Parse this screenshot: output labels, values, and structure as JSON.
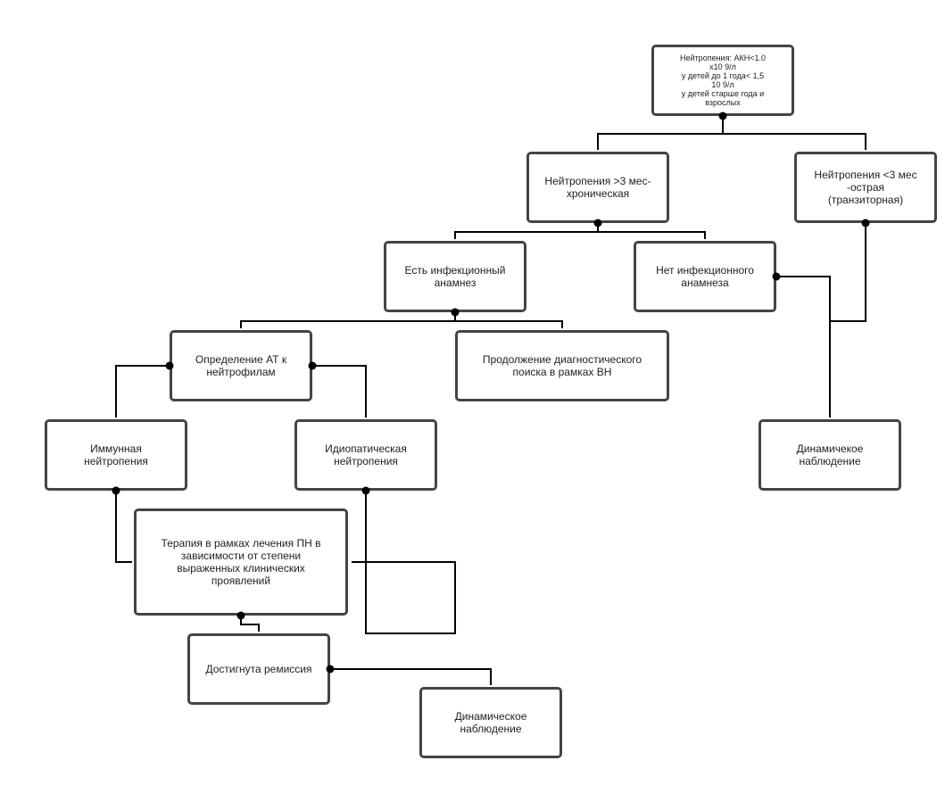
{
  "nodes": {
    "root": "Нейтропения: АКН<1.0\nх10 9/л\nу детей до 1 года< 1,5\n10 9/л\nу детей старше года и\nвзрослых",
    "chronic": "Нейтропения >3 мес-\nхроническая",
    "acute": "Нейтропения <3 мес\n-острая\n(транзиторная)",
    "infection": "Есть инфекционный\nанамнез",
    "no_infection": "Нет инфекционного\nанамнеза",
    "antibodies": "Определение АТ к\nнейтрофилам",
    "continue_search": "Продолжение диагностического\nпоиска в рамках ВН",
    "immune": "Иммунная\nнейтропения",
    "idiopathic": "Идиопатическая\nнейтропения",
    "observation_right": "Динамичекое\nнаблюдение",
    "therapy": "Терапия в рамках лечения ПН в\nзависимости от степени\nвыраженных клинических\nпроявлений",
    "remission": "Достигнута ремиссия",
    "observation_bottom": "Динамическое\nнаблюдение"
  },
  "colors": {
    "border": "#444444",
    "line": "#000000"
  }
}
